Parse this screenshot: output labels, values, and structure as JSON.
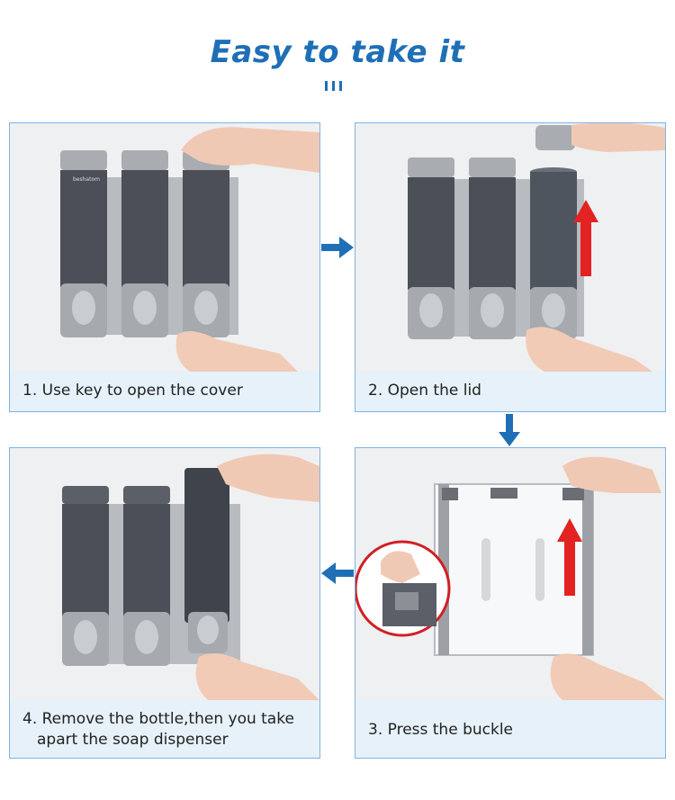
{
  "title": "Easy to take it",
  "colors": {
    "accent": "#1f6fb6",
    "red_arrow": "#e32222",
    "panel_border": "#7fb3e2",
    "caption_bg": "#e6f1f9"
  },
  "steps": [
    {
      "caption": "1. Use key to open the cover"
    },
    {
      "caption": "2. Open the lid"
    },
    {
      "caption_line1": "4. Remove the bottle,then you take",
      "caption_line2": "apart the soap dispenser"
    },
    {
      "caption": "3. Press the buckle"
    }
  ],
  "dispenser_brand": "beshatom"
}
